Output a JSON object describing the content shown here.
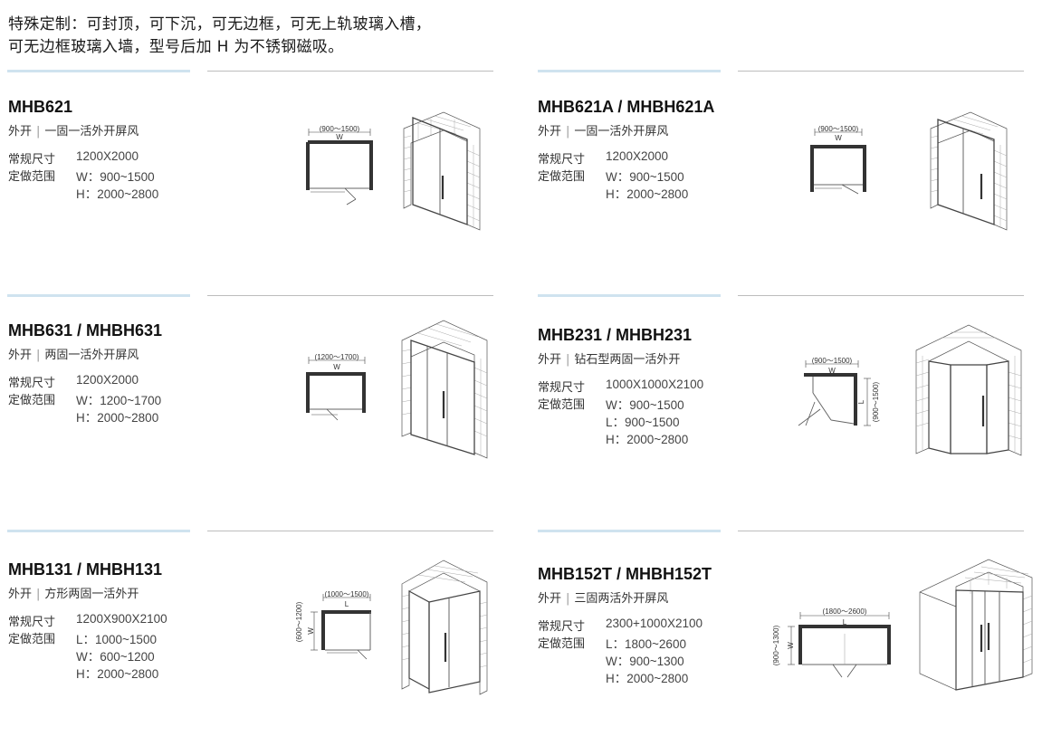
{
  "note": {
    "line1": "特殊定制：可封顶，可下沉，可无边框，可无上轨玻璃入槽，",
    "line2": "可无边框玻璃入墙，型号后加 H 为不锈钢磁吸。"
  },
  "labels": {
    "size": "常规尺寸",
    "range": "定做范围"
  },
  "products": [
    {
      "title": "MHB621",
      "open": "外开",
      "sep": "|",
      "desc": "一固一活外开屏风",
      "regular": "1200X2000",
      "ranges": [
        "W：900~1500",
        "H：2000~2800"
      ],
      "plan": {
        "dim_top": "(900～1500)",
        "w": "W"
      }
    },
    {
      "title": "MHB621A / MHBH621A",
      "open": "外开",
      "sep": "|",
      "desc": "一固一活外开屏风",
      "regular": "1200X2000",
      "ranges": [
        "W：900~1500",
        "H：2000~2800"
      ],
      "plan": {
        "dim_top": "(900～1500)",
        "w": "W"
      }
    },
    {
      "title": "MHB631 / MHBH631",
      "open": "外开",
      "sep": "|",
      "desc": "两固一活外开屏风",
      "regular": "1200X2000",
      "ranges": [
        "W：1200~1700",
        "H：2000~2800"
      ],
      "plan": {
        "dim_top": "(1200～1700)",
        "w": "W"
      }
    },
    {
      "title": "MHB231 / MHBH231",
      "open": "外开",
      "sep": "|",
      "desc": "钻石型两固一活外开",
      "regular": "1000X1000X2100",
      "ranges": [
        "W：900~1500",
        "L：900~1500",
        "H：2000~2800"
      ],
      "plan": {
        "dim_top": "(900～1500)",
        "w": "W",
        "dim_side": "(900～1500)",
        "l": "L"
      }
    },
    {
      "title": "MHB131 / MHBH131",
      "open": "外开",
      "sep": "|",
      "desc": "方形两固一活外开",
      "regular": "1200X900X2100",
      "ranges": [
        "L：1000~1500",
        "W：600~1200",
        "H：2000~2800"
      ],
      "plan": {
        "dim_top": "(1000～1500)",
        "l": "L",
        "dim_side": "(600～1200)",
        "w": "W"
      }
    },
    {
      "title": "MHB152T / MHBH152T",
      "open": "外开",
      "sep": "|",
      "desc": "三固两活外开屏风",
      "regular": "2300+1000X2100",
      "ranges": [
        "L：1800~2600",
        "W：900~1300",
        "H：2000~2800"
      ],
      "plan": {
        "dim_top": "(1800～2600)",
        "l": "L",
        "dim_side": "(900～1300)",
        "w": "W"
      }
    }
  ]
}
